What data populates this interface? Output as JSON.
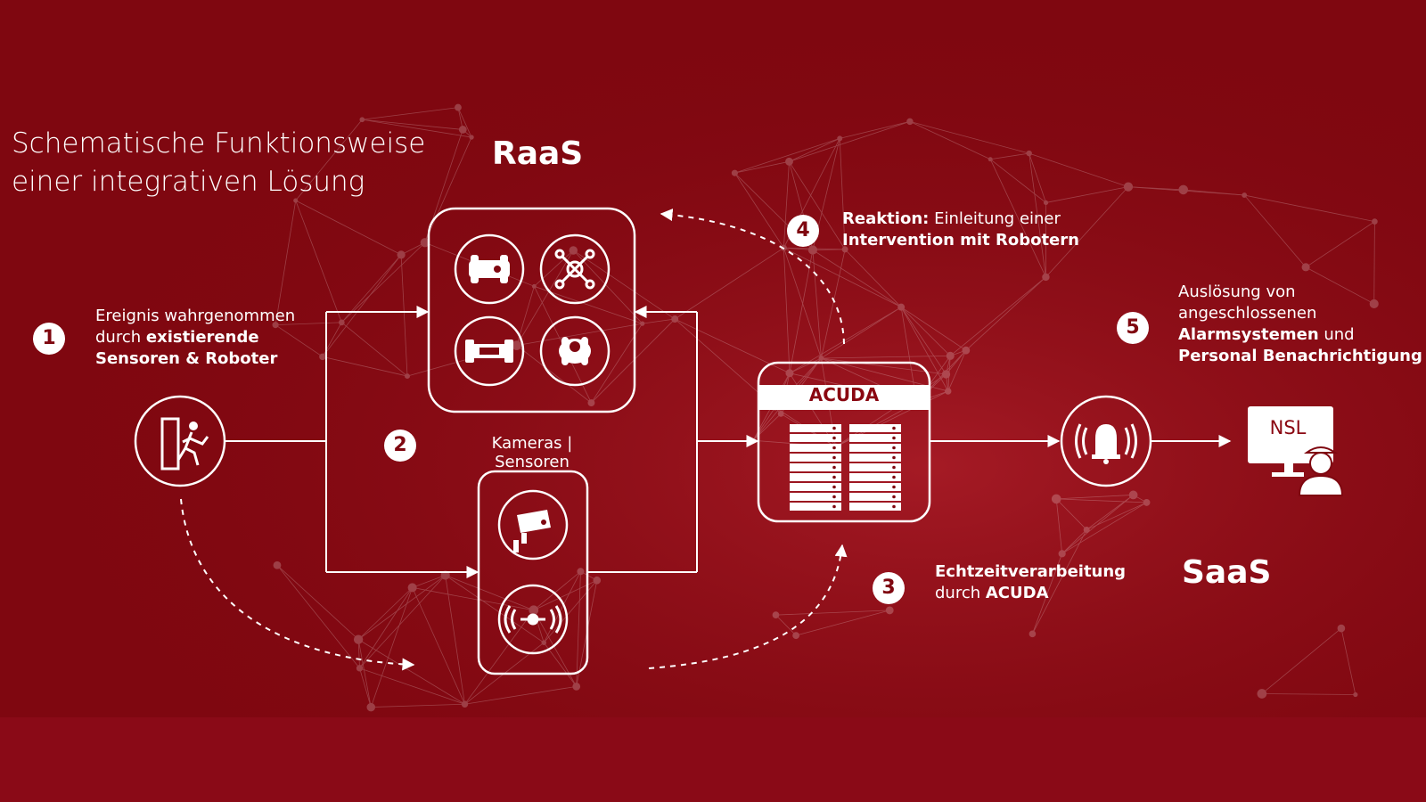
{
  "title_line1": "Schematische Funktionsweise",
  "title_line2": "einer integrativen Lösung",
  "raas_label": "RaaS",
  "saas_label": "SaaS",
  "steps": [
    {
      "number": "1",
      "text_regular": "Ereignis wahrgenommen",
      "text_regular2": "durch ",
      "text_bold": "existierende",
      "text_bold2": "Sensoren & Roboter"
    },
    {
      "number": "2",
      "caption": "Kameras | Sensoren"
    },
    {
      "number": "3",
      "text_bold": "Echtzeitverarbeitung",
      "text_regular": "durch ",
      "text_bold2": "ACUDA"
    },
    {
      "number": "4",
      "text_bold": "Reaktion:",
      "text_regular": " Einleitung einer",
      "text_bold2": "Intervention mit Robotern"
    },
    {
      "number": "5",
      "line1": "Auslösung von",
      "line2": "angeschlossenen",
      "line3_bold": "Alarmsystemen",
      "line3_regular": " und",
      "line4_bold": "Personal Benachrichtigung"
    }
  ],
  "acuda_label": "ACUDA",
  "nsl_label": "NSL",
  "icons": {
    "event": "door-intruder-icon",
    "robot_rover": "rover-robot-icon",
    "drone": "drone-icon",
    "robot_car": "robot-car-icon",
    "robot_dog": "robot-dog-icon",
    "camera": "security-camera-icon",
    "sensor": "motion-sensor-icon",
    "server": "server-rack-icon",
    "alarm": "alarm-bell-icon",
    "nsl": "monitoring-operator-icon"
  },
  "colors": {
    "background": "#7f0710",
    "foreground": "#ffffff"
  }
}
